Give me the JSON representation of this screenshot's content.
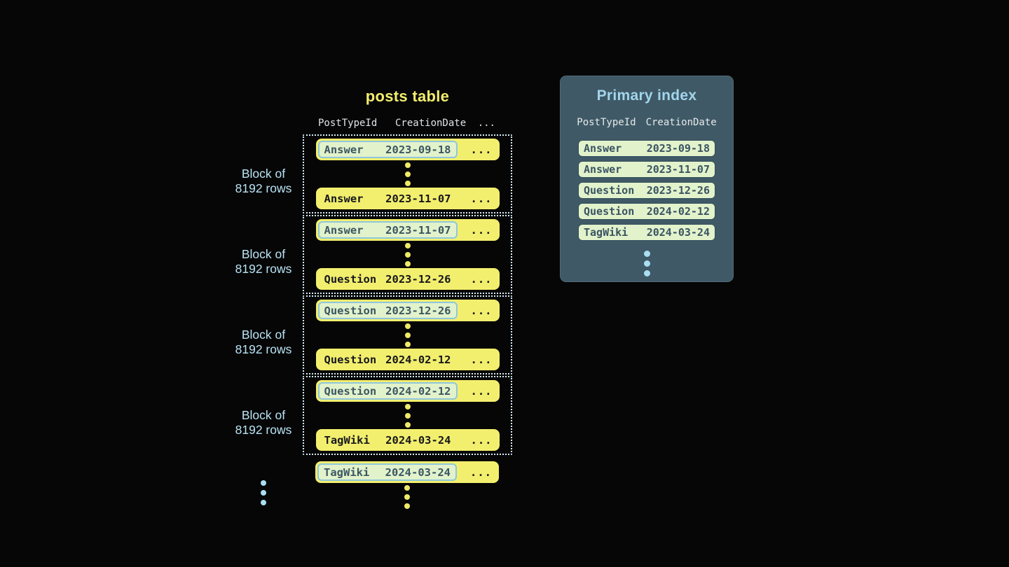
{
  "posts_table": {
    "title": "posts table",
    "headers": {
      "col1": "PostTypeId",
      "col2": "CreationDate",
      "col3": "..."
    },
    "block_label": {
      "line1": "Block of",
      "line2": "8192 rows"
    },
    "ellipsis": "...",
    "blocks": [
      {
        "first": {
          "type": "Answer",
          "date": "2023-09-18"
        },
        "last": {
          "type": "Answer",
          "date": "2023-11-07"
        }
      },
      {
        "first": {
          "type": "Answer",
          "date": "2023-11-07"
        },
        "last": {
          "type": "Question",
          "date": "2023-12-26"
        }
      },
      {
        "first": {
          "type": "Question",
          "date": "2023-12-26"
        },
        "last": {
          "type": "Question",
          "date": "2024-02-12"
        }
      },
      {
        "first": {
          "type": "Question",
          "date": "2024-02-12"
        },
        "last": {
          "type": "TagWiki",
          "date": "2024-03-24"
        }
      }
    ],
    "overflow_row": {
      "type": "TagWiki",
      "date": "2024-03-24"
    }
  },
  "primary_index": {
    "title": "Primary index",
    "headers": {
      "col1": "PostTypeId",
      "col2": "CreationDate"
    },
    "rows": [
      {
        "type": "Answer",
        "date": "2023-09-18"
      },
      {
        "type": "Answer",
        "date": "2023-11-07"
      },
      {
        "type": "Question",
        "date": "2023-12-26"
      },
      {
        "type": "Question",
        "date": "2024-02-12"
      },
      {
        "type": "TagWiki",
        "date": "2024-03-24"
      }
    ]
  },
  "colors": {
    "background": "#060606",
    "row_yellow": "#f3ef6e",
    "title_yellow": "#f2ee6e",
    "highlight_green": "#e2f2cb",
    "highlight_border_blue": "#8ec7dd",
    "dark_slate_text": "#3b5765",
    "near_black_text": "#16181c",
    "dotted_border_blue": "#d9eef8",
    "label_blue": "#b9e3f5",
    "panel_background": "#3f5966",
    "panel_title_blue": "#a2d5ec",
    "header_gray": "#e6eaea",
    "dot_blue": "#aadef2",
    "dot_yellow": "#efe968"
  }
}
